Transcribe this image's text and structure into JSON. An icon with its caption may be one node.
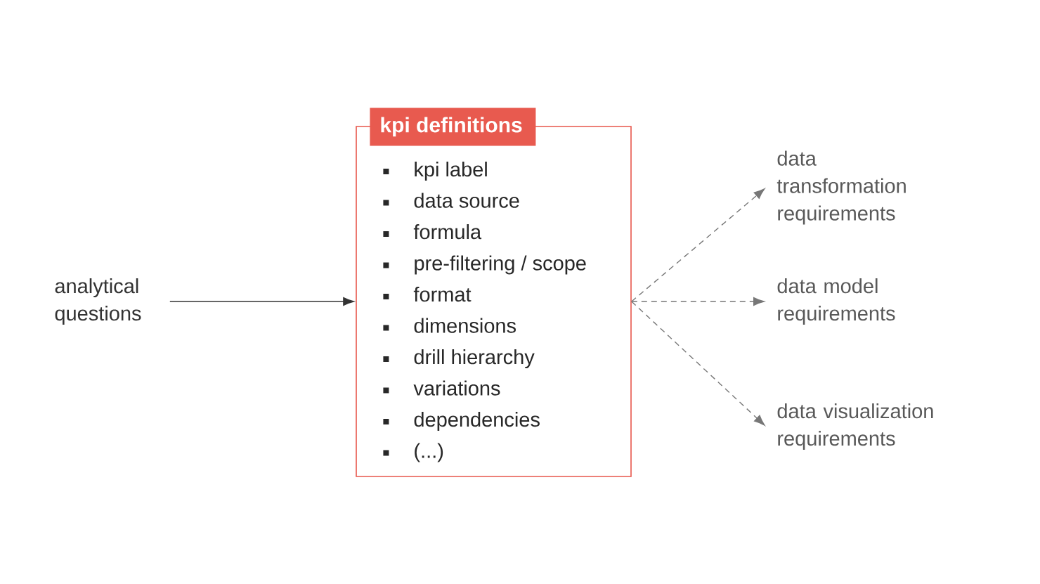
{
  "diagram": {
    "nodes": [
      {
        "text": [
          "analytical questions"
        ]
      },
      {
        "text": [
          "kpi definitions",
          "kpi label",
          "data source",
          "formula",
          "pre-filtering / scope",
          "format",
          "dimensions",
          "drill hierarchy",
          "variations",
          "dependencies",
          "(...)"
        ]
      },
      {
        "text": [
          "data transformation requirements"
        ]
      },
      {
        "text": [
          "data model requirements"
        ]
      },
      {
        "text": [
          "data visualization requirements"
        ]
      }
    ],
    "edges": [
      {
        "from": 0,
        "to": 1,
        "arrow": "to",
        "color": "#333333"
      },
      {
        "from": 1,
        "to": 2,
        "arrow": "to",
        "style": "dashed",
        "color": "#777777"
      },
      {
        "from": 1,
        "to": 3,
        "arrow": "to",
        "style": "dashed",
        "color": "#777777"
      },
      {
        "from": 1,
        "to": 4,
        "arrow": "to",
        "style": "dashed",
        "color": "#777777"
      }
    ]
  }
}
